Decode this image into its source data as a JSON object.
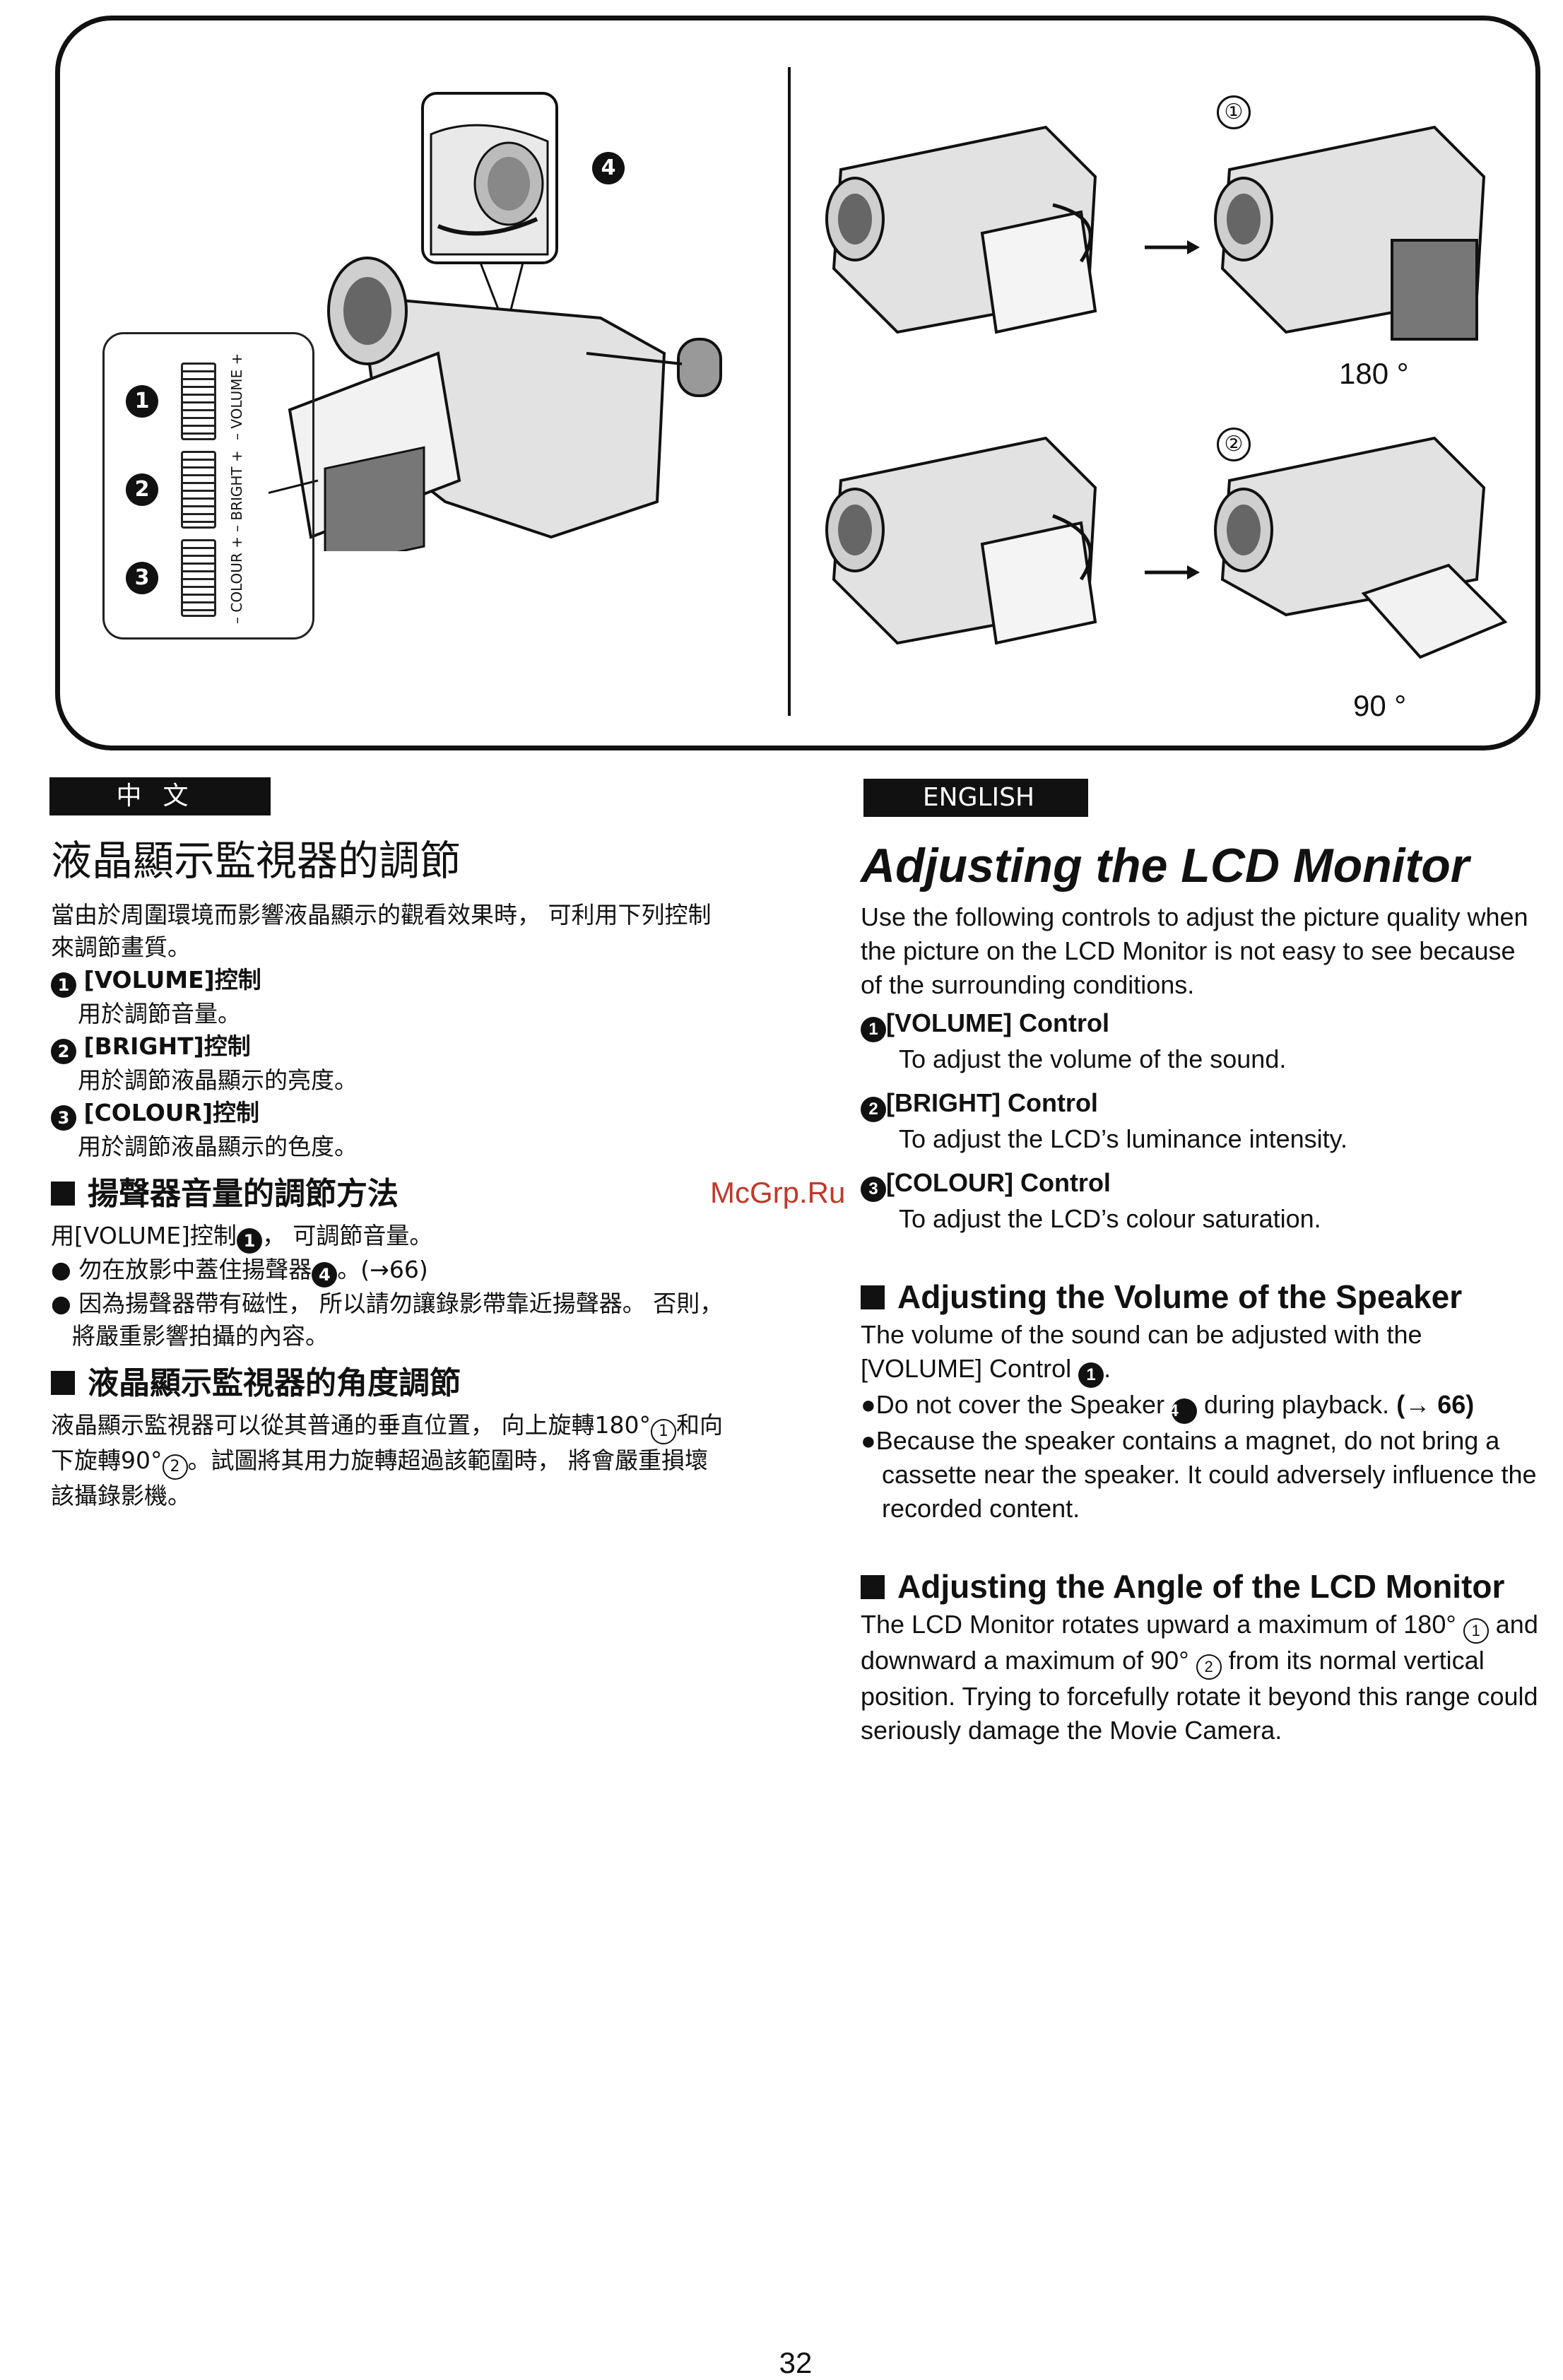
{
  "illustration": {
    "callout_speaker": "4",
    "controls": [
      {
        "num": "1",
        "label": "– VOLUME +"
      },
      {
        "num": "2",
        "label": "– BRIGHT +"
      },
      {
        "num": "3",
        "label": "– COLOUR +"
      }
    ],
    "step1": "①",
    "step2": "②",
    "angle1": "180 °",
    "angle2": "90 °"
  },
  "zh": {
    "tag": "中文",
    "title": "液晶顯示監視器的調節",
    "intro": "當由於周圍環境而影響液晶顯示的觀看效果時， 可利用下列控制來調節畫質。",
    "c1_title": "[VOLUME]控制",
    "c1_desc": "用於調節音量。",
    "c2_title": "[BRIGHT]控制",
    "c2_desc": "用於調節液晶顯示的亮度。",
    "c3_title": "[COLOUR]控制",
    "c3_desc": "用於調節液晶顯示的色度。",
    "h_speaker": "揚聲器音量的調節方法",
    "speaker_p_a": "用[VOLUME]控制",
    "speaker_p_b": "， 可調節音量。",
    "speaker_b1_a": "勿在放影中蓋住揚聲器",
    "speaker_b1_b": "。(→66)",
    "speaker_b2": "因為揚聲器帶有磁性， 所以請勿讓錄影帶靠近揚聲器。 否則， 將嚴重影響拍攝的內容。",
    "h_angle": "液晶顯示監視器的角度調節",
    "angle_a": "液晶顯示監視器可以從其普通的垂直位置， 向上旋轉180°",
    "angle_b": "和向下旋轉90°",
    "angle_c": "。試圖將其用力旋轉超過該範圍時， 將會嚴重損壞該攝錄影機。"
  },
  "en": {
    "tag": "ENGLISH",
    "title": "Adjusting the LCD Monitor",
    "intro": "Use the following controls to adjust the picture quality when the picture on the LCD Monitor is not easy to see because of the surrounding conditions.",
    "c1_title": "[VOLUME] Control",
    "c1_desc": "To adjust the volume of the sound.",
    "c2_title": "[BRIGHT] Control",
    "c2_desc": "To adjust the LCD’s luminance intensity.",
    "c3_title": "[COLOUR] Control",
    "c3_desc": "To adjust the LCD’s colour saturation.",
    "h_speaker": "Adjusting the Volume of the Speaker",
    "speaker_p": "The volume of the sound can be adjusted with the [VOLUME] Control",
    "speaker_b1": "Do not cover the Speaker",
    "speaker_b1_b": "during playback.",
    "speaker_b1_ref": "(→ 66)",
    "speaker_b2": "Because the speaker contains a magnet, do not bring a cassette near the speaker. It could adversely influence the recorded content.",
    "h_angle": "Adjusting the Angle of the LCD Monitor",
    "angle_a": "The LCD Monitor rotates upward a maximum of 180°",
    "angle_b": "and downward a maximum of 90°",
    "angle_c": "from its normal vertical position. Trying to forcefully rotate it beyond this range could seriously damage the Movie Camera."
  },
  "watermark": "McGrp.Ru",
  "page_number": "32"
}
